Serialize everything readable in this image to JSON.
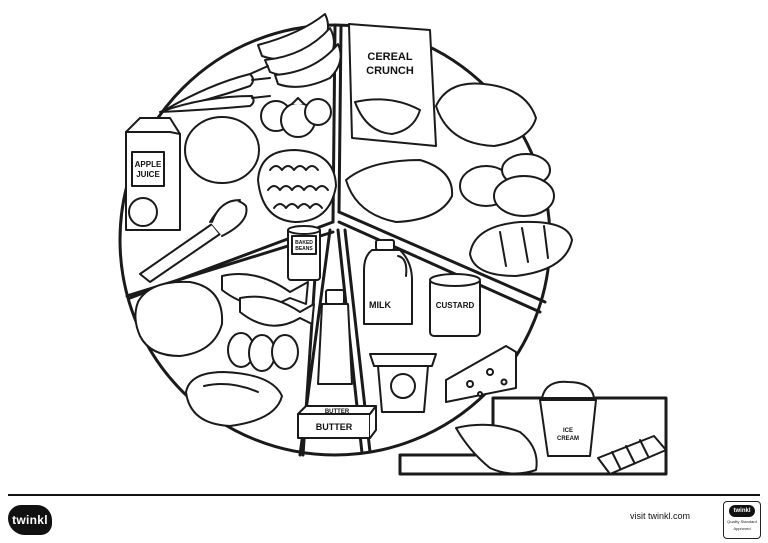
{
  "labels": {
    "cereal_box": [
      "CEREAL",
      "CRUNCH"
    ],
    "apple_juice": [
      "APPLE",
      "JUICE"
    ],
    "baked_beans": [
      "BAKED",
      "BEANS"
    ],
    "milk": "MILK",
    "custard": "CUSTARD",
    "butter_top": "BUTTER",
    "butter_front": "BUTTER",
    "ice_cream": [
      "ICE",
      "CREAM"
    ]
  },
  "footer": {
    "logo_text": "twinkl",
    "visit_text": "visit twinkl.com",
    "badge_logo": "twinkl",
    "badge_text": [
      "Quality Standard",
      "Approved"
    ]
  },
  "colors": {
    "line": "#1a1a1a",
    "fill": "#ffffff"
  }
}
